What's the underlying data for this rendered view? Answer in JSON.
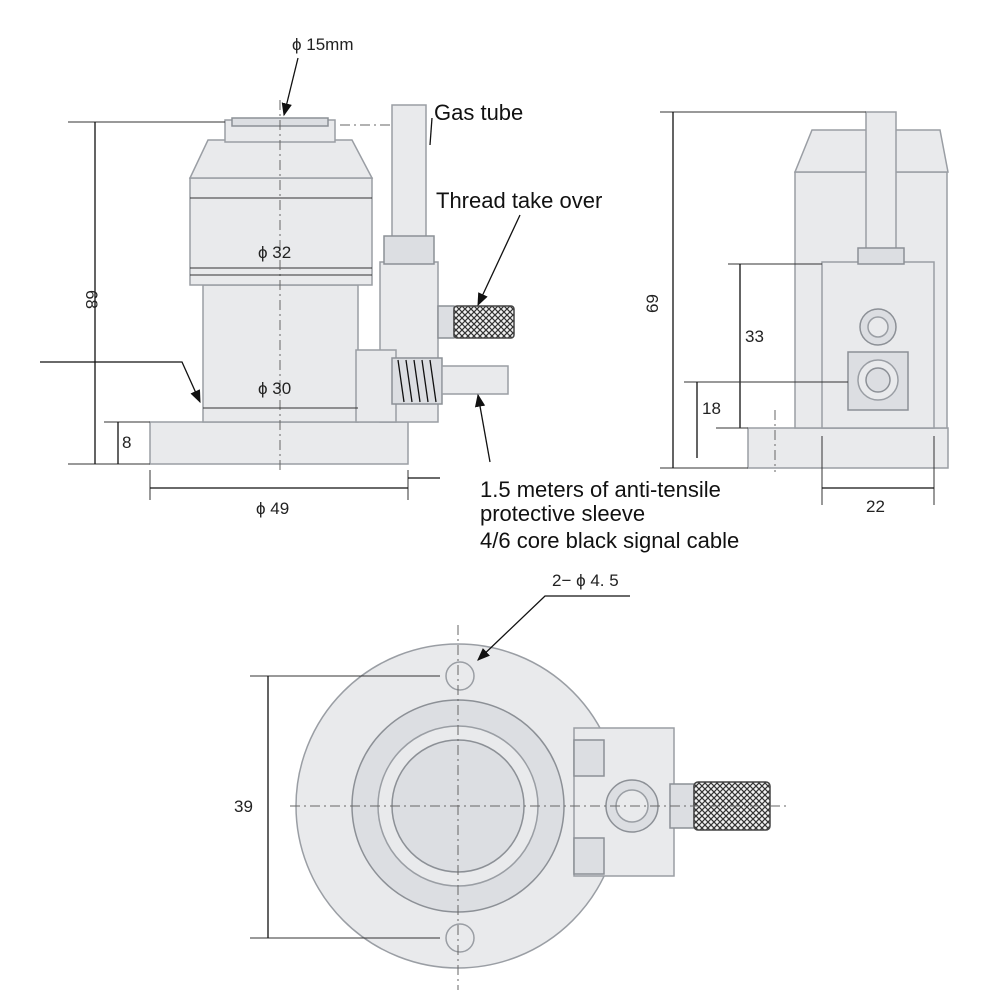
{
  "dimensions": {
    "tip_diameter": "ϕ 15mm",
    "height_left": "68",
    "upper_diameter": "ϕ 32",
    "lower_diameter": "ϕ 30",
    "base_thickness": "8",
    "base_diameter": "ϕ 49",
    "height_right": "69",
    "block_height": "33",
    "port_height": "18",
    "base_width": "22",
    "hole_spec": "2− ϕ 4. 5",
    "hole_spacing": "39"
  },
  "labels": {
    "gas_tube": "Gas tube",
    "thread_take_over": "Thread take over",
    "cable_line1": "1.5 meters of anti-tensile",
    "cable_line2": "protective sleeve",
    "cable_line3": "4/6 core black signal cable"
  }
}
